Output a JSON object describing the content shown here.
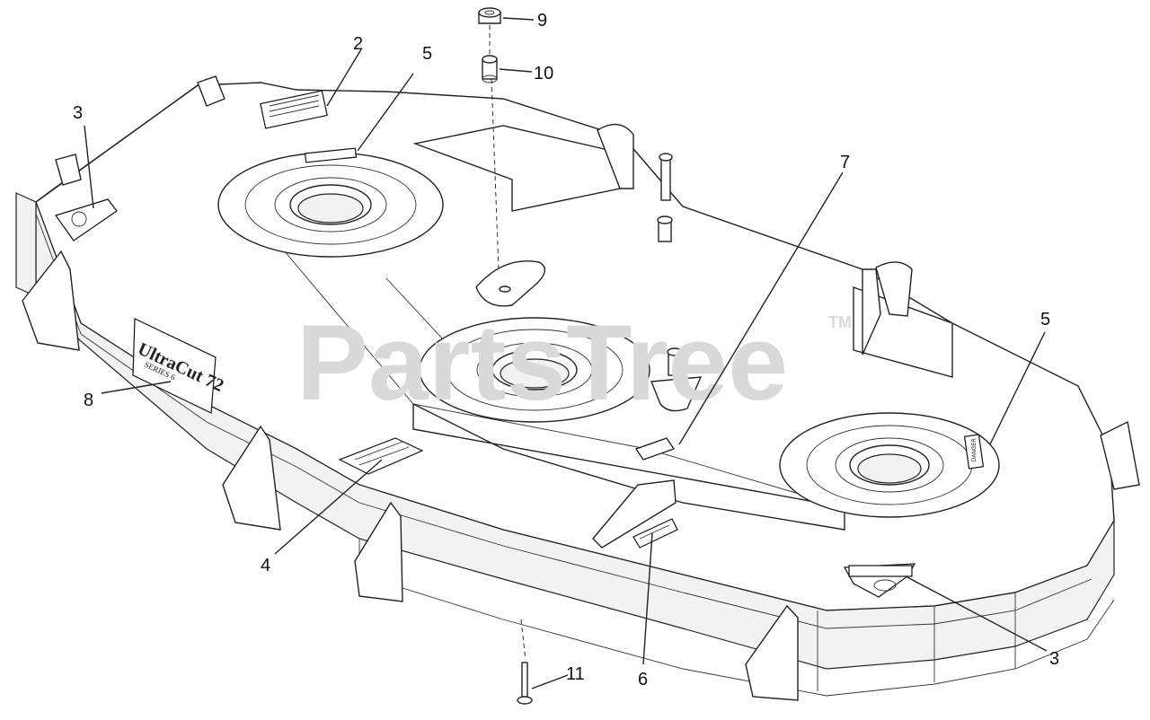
{
  "watermark": {
    "text": "PartsTree",
    "trademark": "TM"
  },
  "callouts": [
    {
      "id": "c2",
      "label": "2"
    },
    {
      "id": "c3a",
      "label": "3"
    },
    {
      "id": "c3b",
      "label": "3"
    },
    {
      "id": "c4",
      "label": "4"
    },
    {
      "id": "c5a",
      "label": "5"
    },
    {
      "id": "c5b",
      "label": "5"
    },
    {
      "id": "c6",
      "label": "6"
    },
    {
      "id": "c7",
      "label": "7"
    },
    {
      "id": "c8",
      "label": "8"
    },
    {
      "id": "c9",
      "label": "9"
    },
    {
      "id": "c10",
      "label": "10"
    },
    {
      "id": "c11",
      "label": "11"
    }
  ],
  "decals": {
    "brand_plate": "UltraCut 72",
    "brand_sub": "SERIES 6",
    "danger_label": "DANGER"
  },
  "colors": {
    "line": "#222222",
    "watermark": "#d9d9d9",
    "background": "#ffffff"
  }
}
